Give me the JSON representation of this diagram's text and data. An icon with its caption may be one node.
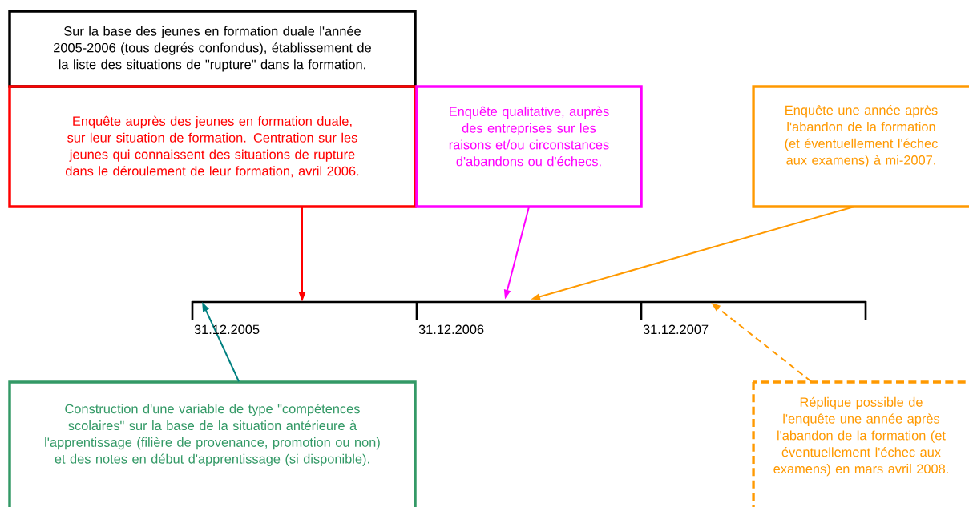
{
  "diagram": {
    "nodes": [
      {
        "text": [
          "Sur la base des jeunes en formation duale l'année 2005-2006 (tous degrés confondus), établissement de la liste des situations de \"rupture\" dans la formation."
        ]
      },
      {
        "text": [
          "Enquête auprès des jeunes en formation duale, sur leur situation de formation. Centration sur les jeunes qui connaissent des situations de rupture dans le déroulement de leur formation, avril 2006."
        ]
      },
      {
        "text": [
          "Enquête qualitative, auprès des entreprises sur les raisons et/ou circonstances d'abandons ou d'échecs."
        ]
      },
      {
        "text": [
          "Enquête une année après l'abandon de la formation (et éventuellement l'échec aux examens) à mi-2007."
        ]
      },
      {
        "text": [],
        "shape": "bar",
        "beside": [
          "31.12.2005",
          "31.12.2006",
          "31.12.2007"
        ]
      },
      {
        "text": [
          "Construction d'une variable de type \"compétences scolaires\" sur la base de la situation antérieure à l'apprentissage (filière de provenance, promotion ou non) et des notes en début d'apprentissage (si disponible)."
        ]
      },
      {
        "text": [
          "Réplique possible de l'enquête une année après l'abandon de la formation (et éventuellement l'échec aux examens) en mars avril 2008."
        ]
      }
    ],
    "edges": [
      {
        "from": 1,
        "to": 4,
        "arrow": "to",
        "color": "#ff0000"
      },
      {
        "from": 2,
        "to": 4,
        "arrow": "to",
        "color": "#ff00ff"
      },
      {
        "from": 3,
        "to": 4,
        "arrow": "to",
        "color": "#ff9900"
      },
      {
        "from": 5,
        "to": 4,
        "arrow": "to",
        "color": "#008080"
      },
      {
        "from": 6,
        "to": 4,
        "arrow": "to",
        "style": "dashed",
        "color": "#ff9900"
      }
    ]
  }
}
